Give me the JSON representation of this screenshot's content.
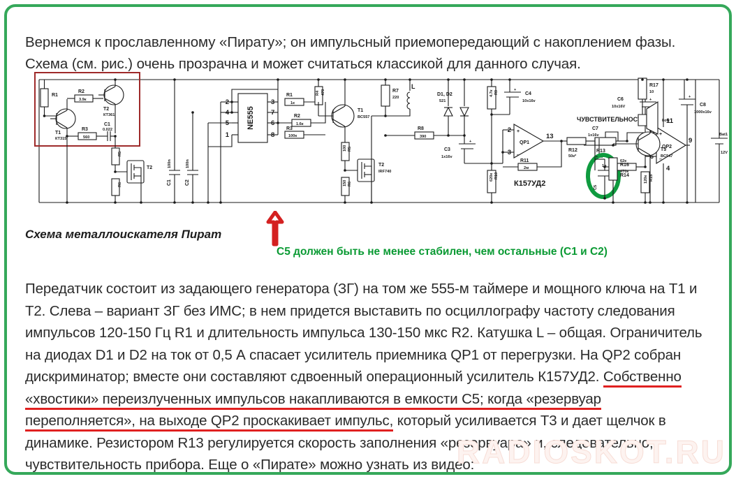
{
  "border_color": "#35a85a",
  "intro_paragraph": "Вернемся к прославленному «Пирату»; он импульсный приемопередающий с накоплением фазы. Схема (см. рис.) очень прозрачна и может считаться классикой для данного случая.",
  "caption": {
    "title": "Схема металлоискателя Пират",
    "note": "C5 должен быть не менее стабилен, чем остальные (C1 и C2)",
    "note_color": "#0a9a33",
    "arrow_color": "#e02020",
    "highlight_color": "#0f9b3f"
  },
  "body": {
    "part1": "Передатчик состоит из задающего генератора (ЗГ) на том же 555-м таймере и мощного ключа на Т1 и Т2. Слева – вариант ЗГ без ИМС; в нем придется выставить по осциллографу частоту следования импульсов 120-150 Гц R1 и длительность импульса 130-150 мкс R2. Катушка L – общая. Ограничитель на диодах D1 и D2 на ток от 0,5 А спасает усилитель приемника QP1 от перегрузки. На QP2 собран дискриминатор; вместе они составляют сдвоенный операционный усилитель К157УД2. ",
    "underlined": "Собственно «хвостики» переизлученных импульсов накапливаются в емкости С5; когда «резервуар переполняется», на выходе QP2 проскакивает импульс,",
    "part2": " который усиливается Т3 и дает щелчок в динамике. Резистором R13 регулируется скорость заполнения «резервуара» и, следовательно, чувствительность прибора. Еще о «Пирате» можно узнать из видео:",
    "underline_color": "#e02020"
  },
  "watermark": "RADIOSKOT.RU",
  "schematic": {
    "ic_main": "NE555",
    "ic_opamp": "К157УД2",
    "opamp1": "QP1",
    "opamp2": "QP2",
    "sensitivity_label": "ЧУВСТВИТЕЛЬНОСТЬ",
    "red_box": true,
    "opamp1_pins": {
      "in_plus": "2",
      "in_minus": "3",
      "out": "13"
    },
    "opamp2_pins": {
      "in_plus": "5",
      "in_minus": "6",
      "vcc": "11",
      "gnd": "4",
      "out": "9"
    },
    "ne555_pins_left": [
      "2",
      "4",
      "5",
      "1"
    ],
    "ne555_pins_right": [
      "3",
      "7",
      "6",
      "8"
    ],
    "components": [
      {
        "ref": "R1",
        "value": "",
        "group": "left-block"
      },
      {
        "ref": "R2",
        "value": "3.9к",
        "group": "left-block"
      },
      {
        "ref": "R3",
        "value": "560",
        "group": "left-block"
      },
      {
        "ref": "C1",
        "value": "0.022",
        "group": "left-block"
      },
      {
        "ref": "T1",
        "value": "КТ315",
        "group": "left-block"
      },
      {
        "ref": "T2",
        "value": "КТ361",
        "group": "left-block"
      },
      {
        "ref": "R1",
        "value": "1к",
        "group": "555"
      },
      {
        "ref": "R2",
        "value": "1.6к",
        "group": "555"
      },
      {
        "ref": "R3",
        "value": "100к",
        "group": "555"
      },
      {
        "ref": "C1",
        "value": "100n",
        "group": "555"
      },
      {
        "ref": "C2",
        "value": "100n",
        "group": "555"
      },
      {
        "ref": "R4",
        "value": "470",
        "group": "driver"
      },
      {
        "ref": "R5",
        "value": "100",
        "group": "driver"
      },
      {
        "ref": "R6",
        "value": "150",
        "group": "driver"
      },
      {
        "ref": "T1",
        "value": "BC557",
        "group": "driver"
      },
      {
        "ref": "T2",
        "value": "IRF740",
        "group": "driver"
      },
      {
        "ref": "R7",
        "value": "220",
        "group": "coil"
      },
      {
        "ref": "L",
        "value": "",
        "group": "coil"
      },
      {
        "ref": "R8",
        "value": "390",
        "group": "rx"
      },
      {
        "ref": "D1, D2",
        "value": "521",
        "group": "rx"
      },
      {
        "ref": "C3",
        "value": "1x16v",
        "group": "rx"
      },
      {
        "ref": "R9",
        "value": "4.7к",
        "group": "rx"
      },
      {
        "ref": "C4",
        "value": "10x16v",
        "group": "rx"
      },
      {
        "ref": "R10",
        "value": "620к",
        "group": "rx"
      },
      {
        "ref": "R11",
        "value": "2м",
        "group": "rx"
      },
      {
        "ref": "R12",
        "value": "50к*",
        "group": "disc"
      },
      {
        "ref": "R13",
        "value": "20к",
        "group": "disc"
      },
      {
        "ref": "C5",
        "value": "1n",
        "group": "disc"
      },
      {
        "ref": "R14",
        "value": "62к",
        "group": "disc"
      },
      {
        "ref": "R15",
        "value": "120к",
        "group": "disc"
      },
      {
        "ref": "C6",
        "value": "10x16V",
        "group": "disc"
      },
      {
        "ref": "C7",
        "value": "1x16v",
        "group": "out"
      },
      {
        "ref": "R16",
        "value": "470к",
        "group": "out"
      },
      {
        "ref": "R17",
        "value": "10",
        "group": "out"
      },
      {
        "ref": "T3",
        "value": "BC547",
        "group": "out"
      },
      {
        "ref": "SP",
        "value": "8ом",
        "group": "out"
      },
      {
        "ref": "C8",
        "value": "1000x16v",
        "group": "power"
      },
      {
        "ref": "Bat1",
        "value": "12V",
        "group": "power"
      }
    ]
  }
}
